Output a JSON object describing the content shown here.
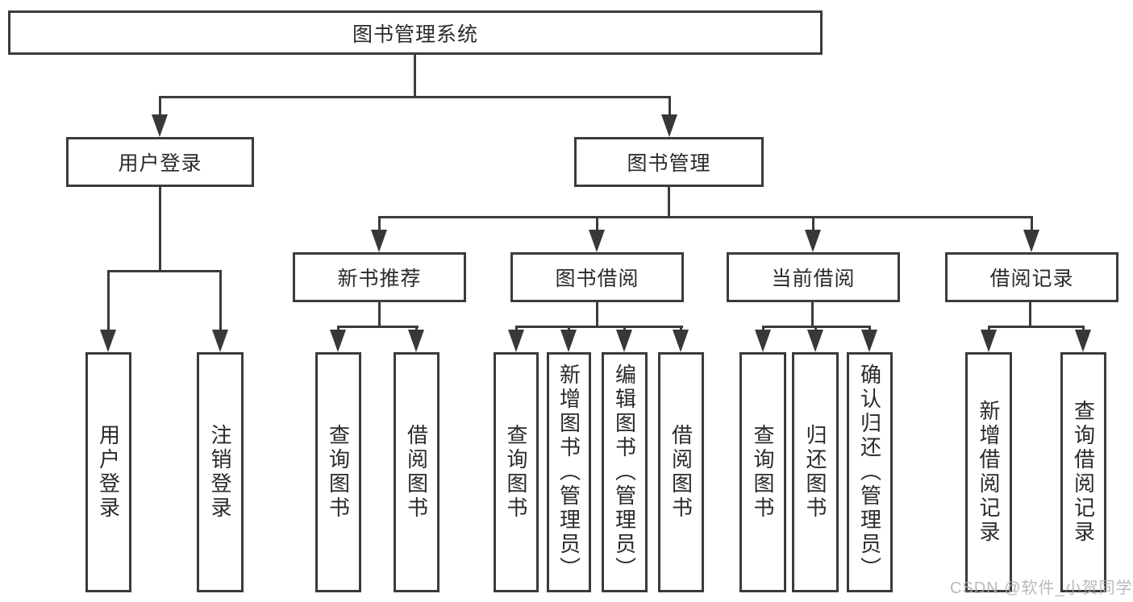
{
  "diagram": {
    "type": "tree",
    "root": {
      "label": "图书管理系统"
    },
    "level2": [
      {
        "id": "user-login",
        "label": "用户登录"
      },
      {
        "id": "book-management",
        "label": "图书管理"
      }
    ],
    "level3": [
      {
        "id": "new-book-recommend",
        "label": "新书推荐",
        "parent": "book-management"
      },
      {
        "id": "book-borrow",
        "label": "图书借阅",
        "parent": "book-management"
      },
      {
        "id": "current-borrow",
        "label": "当前借阅",
        "parent": "book-management"
      },
      {
        "id": "borrow-records",
        "label": "借阅记录",
        "parent": "book-management"
      }
    ],
    "leaves": [
      {
        "label": "用户登录",
        "parent": "user-login"
      },
      {
        "label": "注销登录",
        "parent": "user-login"
      },
      {
        "label": "查询图书",
        "parent": "new-book-recommend"
      },
      {
        "label": "借阅图书",
        "parent": "new-book-recommend"
      },
      {
        "label": "查询图书",
        "parent": "book-borrow"
      },
      {
        "label": "新增图书（管理员）",
        "parent": "book-borrow"
      },
      {
        "label": "编辑图书（管理员）",
        "parent": "book-borrow"
      },
      {
        "label": "借阅图书",
        "parent": "book-borrow"
      },
      {
        "label": "查询图书",
        "parent": "current-borrow"
      },
      {
        "label": "归还图书",
        "parent": "current-borrow"
      },
      {
        "label": "确认归还（管理员）",
        "parent": "current-borrow"
      },
      {
        "label": "新增借阅记录",
        "parent": "borrow-records"
      },
      {
        "label": "查询借阅记录",
        "parent": "borrow-records"
      }
    ],
    "colors": {
      "line": "#3b3b3b",
      "text": "#2a2a2a",
      "box_fill": "#ffffff"
    }
  },
  "watermark": {
    "text": "CSDN @软件_小贺同学",
    "color": "#adadad"
  }
}
